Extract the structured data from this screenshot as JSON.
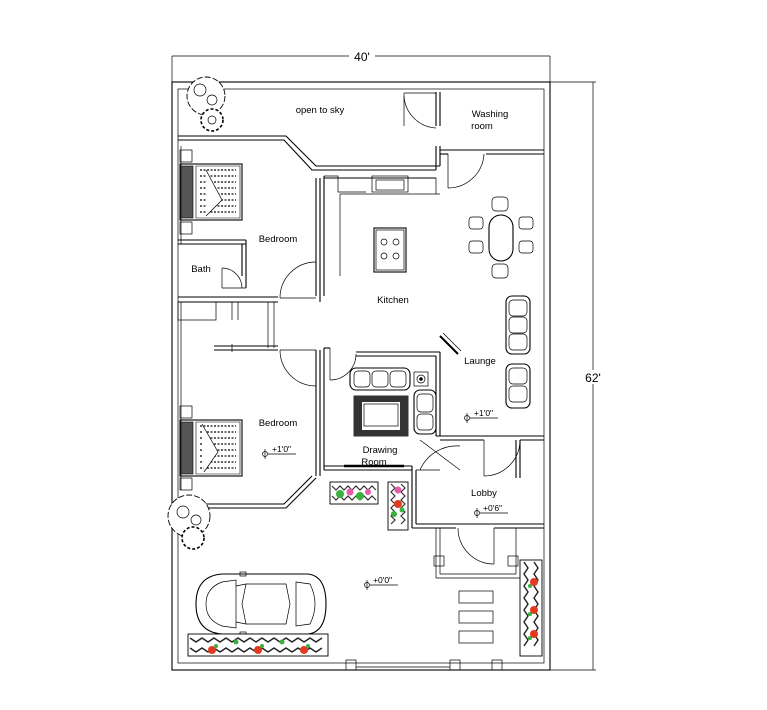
{
  "dimensions": {
    "width": "40'",
    "depth": "62'"
  },
  "rooms": {
    "open_to_sky": "open to sky",
    "washing_1": "Washing",
    "washing_2": "room",
    "bedroom_top": "Bedroom",
    "bath": "Bath",
    "kitchen": "Kitchen",
    "laounge": "Launge",
    "bedroom_bottom": "Bedroom",
    "drawing_1": "Drawing",
    "drawing_2": "Room",
    "lobby": "Lobby"
  },
  "levels": {
    "laounge": "+1'0\"",
    "bedroom_bottom": "+1'0\"",
    "lobby": "+0'6\"",
    "porch": "+0'0\""
  },
  "colors": {
    "line": "#000000",
    "plant_red": "#e23a1e",
    "plant_green": "#3bb03b",
    "plant_pink": "#e85aa8"
  },
  "icons": [
    "tree-icon",
    "bed-icon",
    "car-icon",
    "sofa-icon",
    "dining-table-icon",
    "stove-icon",
    "planter-icon"
  ]
}
